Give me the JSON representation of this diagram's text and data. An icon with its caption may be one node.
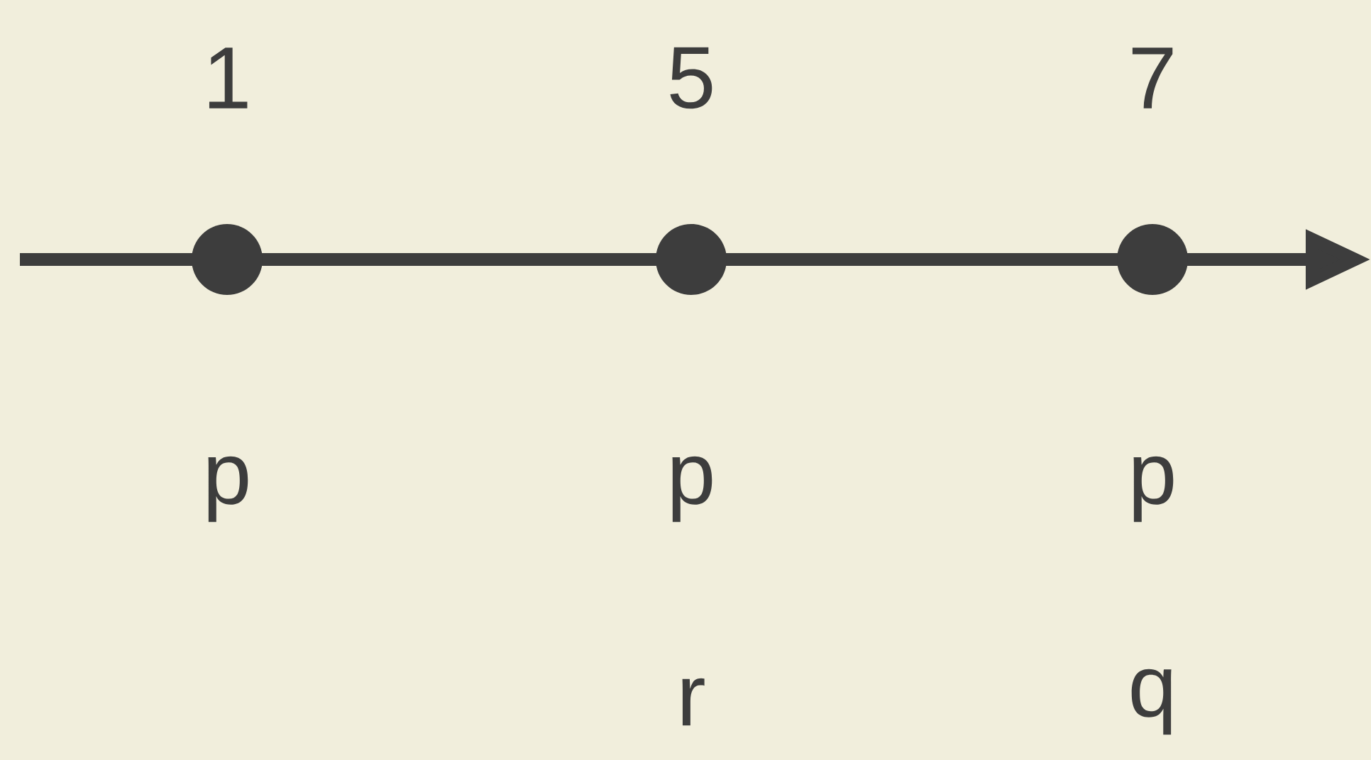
{
  "diagram": {
    "nodes": [
      {
        "text": [],
        "shape": "circle",
        "beside": [
          "1",
          "p"
        ]
      },
      {
        "text": [],
        "shape": "circle",
        "beside": [
          "5",
          "p",
          "r"
        ]
      },
      {
        "text": [],
        "shape": "circle",
        "beside": [
          "7",
          "p",
          "q"
        ]
      }
    ],
    "edges": []
  }
}
